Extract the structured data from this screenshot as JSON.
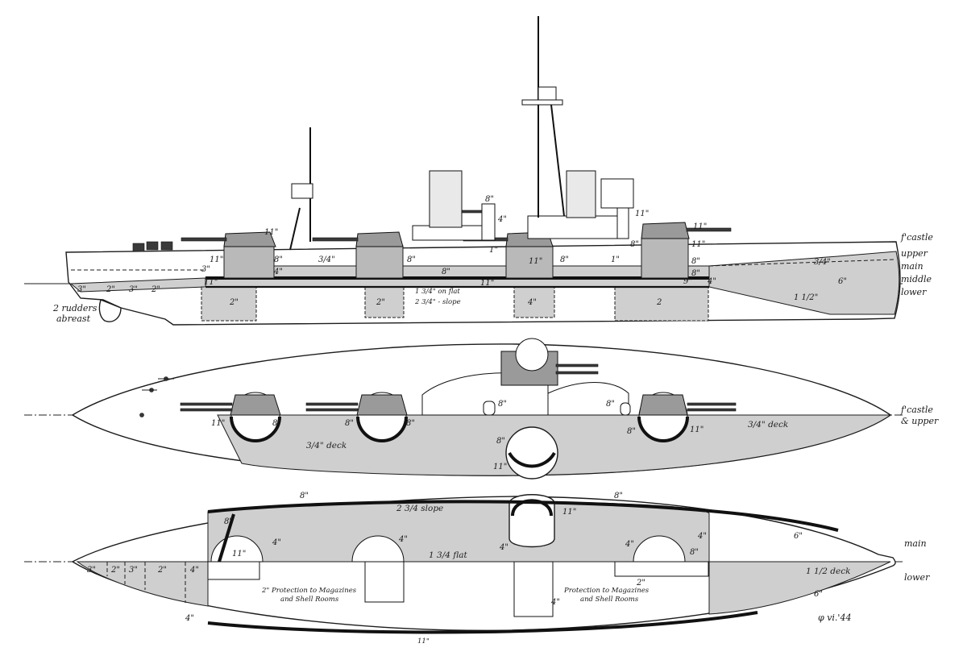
{
  "profile": {
    "deck_labels": {
      "fcastle": "f'castle",
      "upper": "upper",
      "main": "main",
      "middle": "middle",
      "lower": "lower"
    },
    "rudder_note_line1": "2 rudders",
    "rudder_note_line2": "abreast",
    "armor": {
      "belt_main": "11\"",
      "turret_a": "11\"",
      "turret_a_side": "11\"",
      "barbette_a": "8\"",
      "barbette_b": "8\"",
      "deck_34": "3/4\"",
      "lower_4": "4\"",
      "upper_3": "3\"",
      "bow_3": "3\"",
      "bow_2a": "2\"",
      "bow_3b": "3\"",
      "bow_2b": "2\"",
      "belt_8a": "8\"",
      "belt_8b": "8\"",
      "belt_8c": "8\"",
      "belt_8d": "8\"",
      "belt_8e": "8\"",
      "belt_11c": "11\"",
      "belt_11d": "11\"",
      "belt_11e": "11\"",
      "belt_11f": "11\"",
      "ct_8": "8\"",
      "ct_4": "4\"",
      "one": "1\"",
      "one_b": "1\"",
      "flat_note": "1 3/4\" on flat",
      "slope_note": "2 3/4\" - slope",
      "mag_2a": "2\"",
      "mag_2b": "2\"",
      "mag_4": "4\"",
      "mag_2c": "2",
      "stern_9": "9\"",
      "stern_4": "4\"",
      "stern_34": "3/4\"",
      "stern_6": "6\"",
      "stern_112": "1 1/2\"",
      "turret_x": "11\""
    }
  },
  "upper_plan": {
    "deck_label_line1": "f'castle",
    "deck_label_line2": "& upper",
    "deck_note_a": "3/4\" deck",
    "deck_note_b": "3/4\" deck",
    "armor": {
      "t1_11": "11\"",
      "t1_8": "8\"",
      "t2_8a": "8\"",
      "t2_8b": "8\"",
      "ct_8": "8\"",
      "mid_8": "8\"",
      "mid_11": "11\"",
      "aft_8a": "8\"",
      "aft_8b": "8\"",
      "aft_11": "11\""
    }
  },
  "lower_plan": {
    "deck_label_main": "main",
    "deck_label_lower": "lower",
    "slope_note": "2 3/4 slope",
    "flat_note": "1 3/4 flat",
    "deck_note": "1 1/2 deck",
    "mag_note_left_line1": "2\" Protection to Magazines",
    "mag_note_left_line2": "and Shell Rooms",
    "mag_note_right_line1": "Protection to Magazines",
    "mag_note_right_line2": "and Shell Rooms",
    "signature": "φ vi.'44",
    "armor": {
      "top_8a": "8\"",
      "top_8b": "8\"",
      "left_8": "8\"",
      "t1_11": "11\"",
      "t1_4": "4\"",
      "t2_4": "4\"",
      "t3_11": "11\"",
      "t3_4": "4\"",
      "t4_4": "4\"",
      "t4_8": "8\"",
      "right_4": "4\"",
      "stern_6a": "6\"",
      "stern_6b": "6\"",
      "bow_3": "3\"",
      "bow_2a": "2\"",
      "bow_3b": "3\"",
      "bow_2b": "2\"",
      "bow_4": "4\"",
      "bot_4": "4\"",
      "mag_2": "2\"",
      "mag_4": "4\"",
      "belt_11": "11\""
    }
  }
}
